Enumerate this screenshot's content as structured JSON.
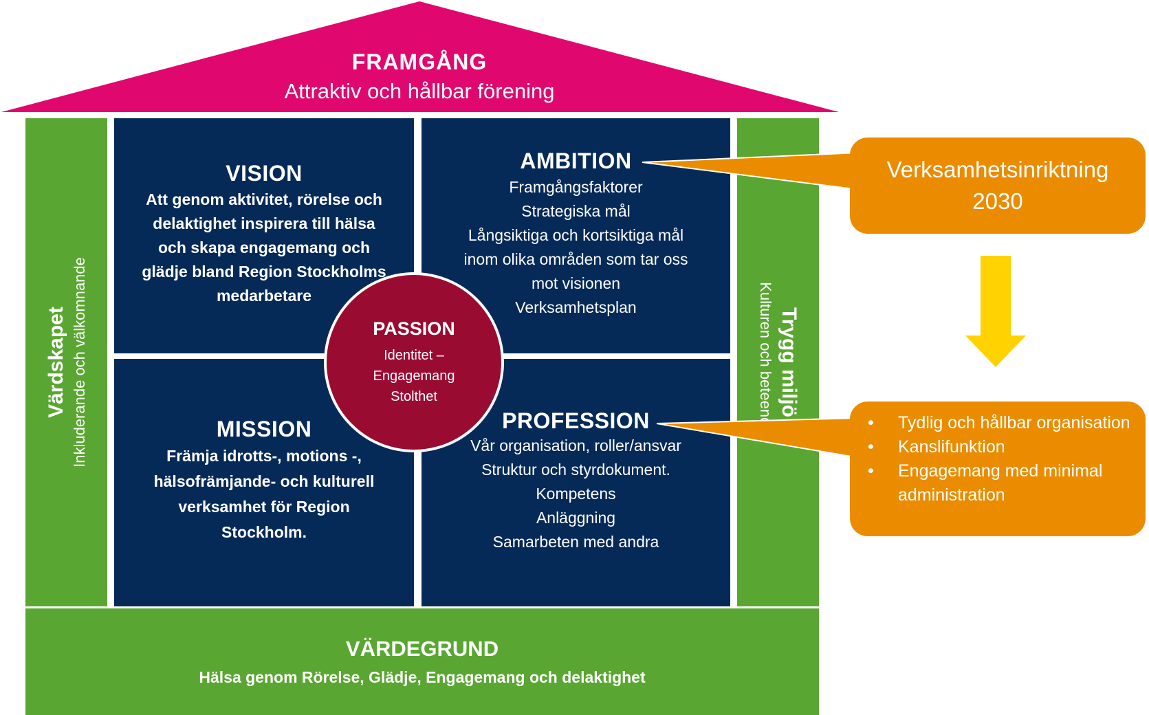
{
  "roof": {
    "title": "FRAMGÅNG",
    "subtitle": "Attraktiv och hållbar förening",
    "color": "#e0086e"
  },
  "left_pillar": {
    "title": "Värdskapet",
    "subtitle": "Inkluderande och välkomnande"
  },
  "right_pillar": {
    "title": "Trygg miljö",
    "subtitle": "Kulturen och beteenden"
  },
  "vision": {
    "title": "VISION",
    "lines": [
      "Att genom aktivitet, rörelse och",
      "delaktighet inspirera till hälsa",
      "och skapa engagemang och",
      "glädje bland Region Stockholms",
      "medarbetare"
    ]
  },
  "ambition": {
    "title": "AMBITION",
    "lines": [
      "Framgångsfaktorer",
      "Strategiska mål",
      "Långsiktiga och kortsiktiga mål",
      "inom olika områden som tar oss",
      "mot visionen",
      "Verksamhetsplan"
    ]
  },
  "mission": {
    "title": "MISSION",
    "lines": [
      "Främja idrotts-, motions -,",
      "hälsofrämjande- och kulturell",
      "verksamhet för Region",
      "Stockholm."
    ]
  },
  "profession": {
    "title": "PROFESSION",
    "lines": [
      "Vår organisation, roller/ansvar",
      "Struktur och styrdokument.",
      "Kompetens",
      "Anläggning",
      "Samarbeten med andra"
    ]
  },
  "passion": {
    "title": "PASSION",
    "lines": [
      "Identitet –",
      "Engagemang",
      "Stolthet"
    ]
  },
  "foundation": {
    "title": "VÄRDEGRUND",
    "subtitle": "Hälsa genom Rörelse, Glädje, Engagemang och delaktighet"
  },
  "callout_top": {
    "lines": [
      "Verksamhetsinriktning",
      "2030"
    ]
  },
  "callout_bottom": {
    "items": [
      "Tydlig och hållbar organisation",
      "Kanslifunktion",
      "Engagemang med minimal administration"
    ]
  },
  "colors": {
    "navy": "#062a58",
    "green": "#5aa632",
    "passion": "#9a0b32",
    "callout": "#eb8c00",
    "arrow": "#ffd200"
  }
}
